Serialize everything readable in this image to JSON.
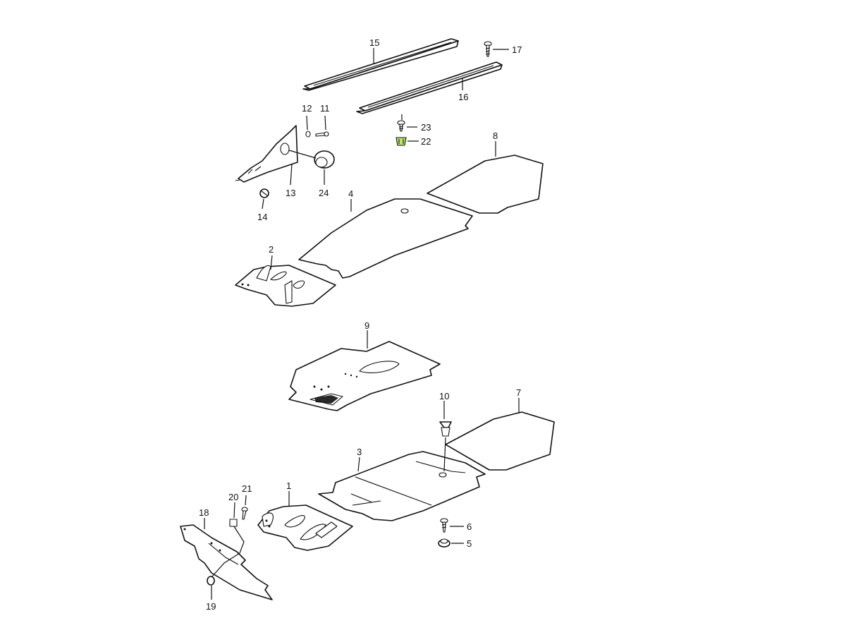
{
  "callouts": [
    {
      "id": "1",
      "label": "1"
    },
    {
      "id": "2",
      "label": "2"
    },
    {
      "id": "3",
      "label": "3"
    },
    {
      "id": "4",
      "label": "4"
    },
    {
      "id": "5",
      "label": "5"
    },
    {
      "id": "6",
      "label": "6"
    },
    {
      "id": "7",
      "label": "7"
    },
    {
      "id": "8",
      "label": "8"
    },
    {
      "id": "9",
      "label": "9"
    },
    {
      "id": "10",
      "label": "10"
    },
    {
      "id": "11",
      "label": "11"
    },
    {
      "id": "12",
      "label": "12"
    },
    {
      "id": "13",
      "label": "13"
    },
    {
      "id": "14",
      "label": "14"
    },
    {
      "id": "15",
      "label": "15"
    },
    {
      "id": "16",
      "label": "16"
    },
    {
      "id": "17",
      "label": "17"
    },
    {
      "id": "18",
      "label": "18"
    },
    {
      "id": "19",
      "label": "19"
    },
    {
      "id": "20",
      "label": "20"
    },
    {
      "id": "21",
      "label": "21"
    },
    {
      "id": "22",
      "label": "22"
    },
    {
      "id": "23",
      "label": "23"
    },
    {
      "id": "24",
      "label": "24"
    }
  ],
  "colors": {
    "line": "#111111",
    "background": "#ffffff",
    "highlight": "#b9e86a"
  },
  "highlighted_part": "22"
}
